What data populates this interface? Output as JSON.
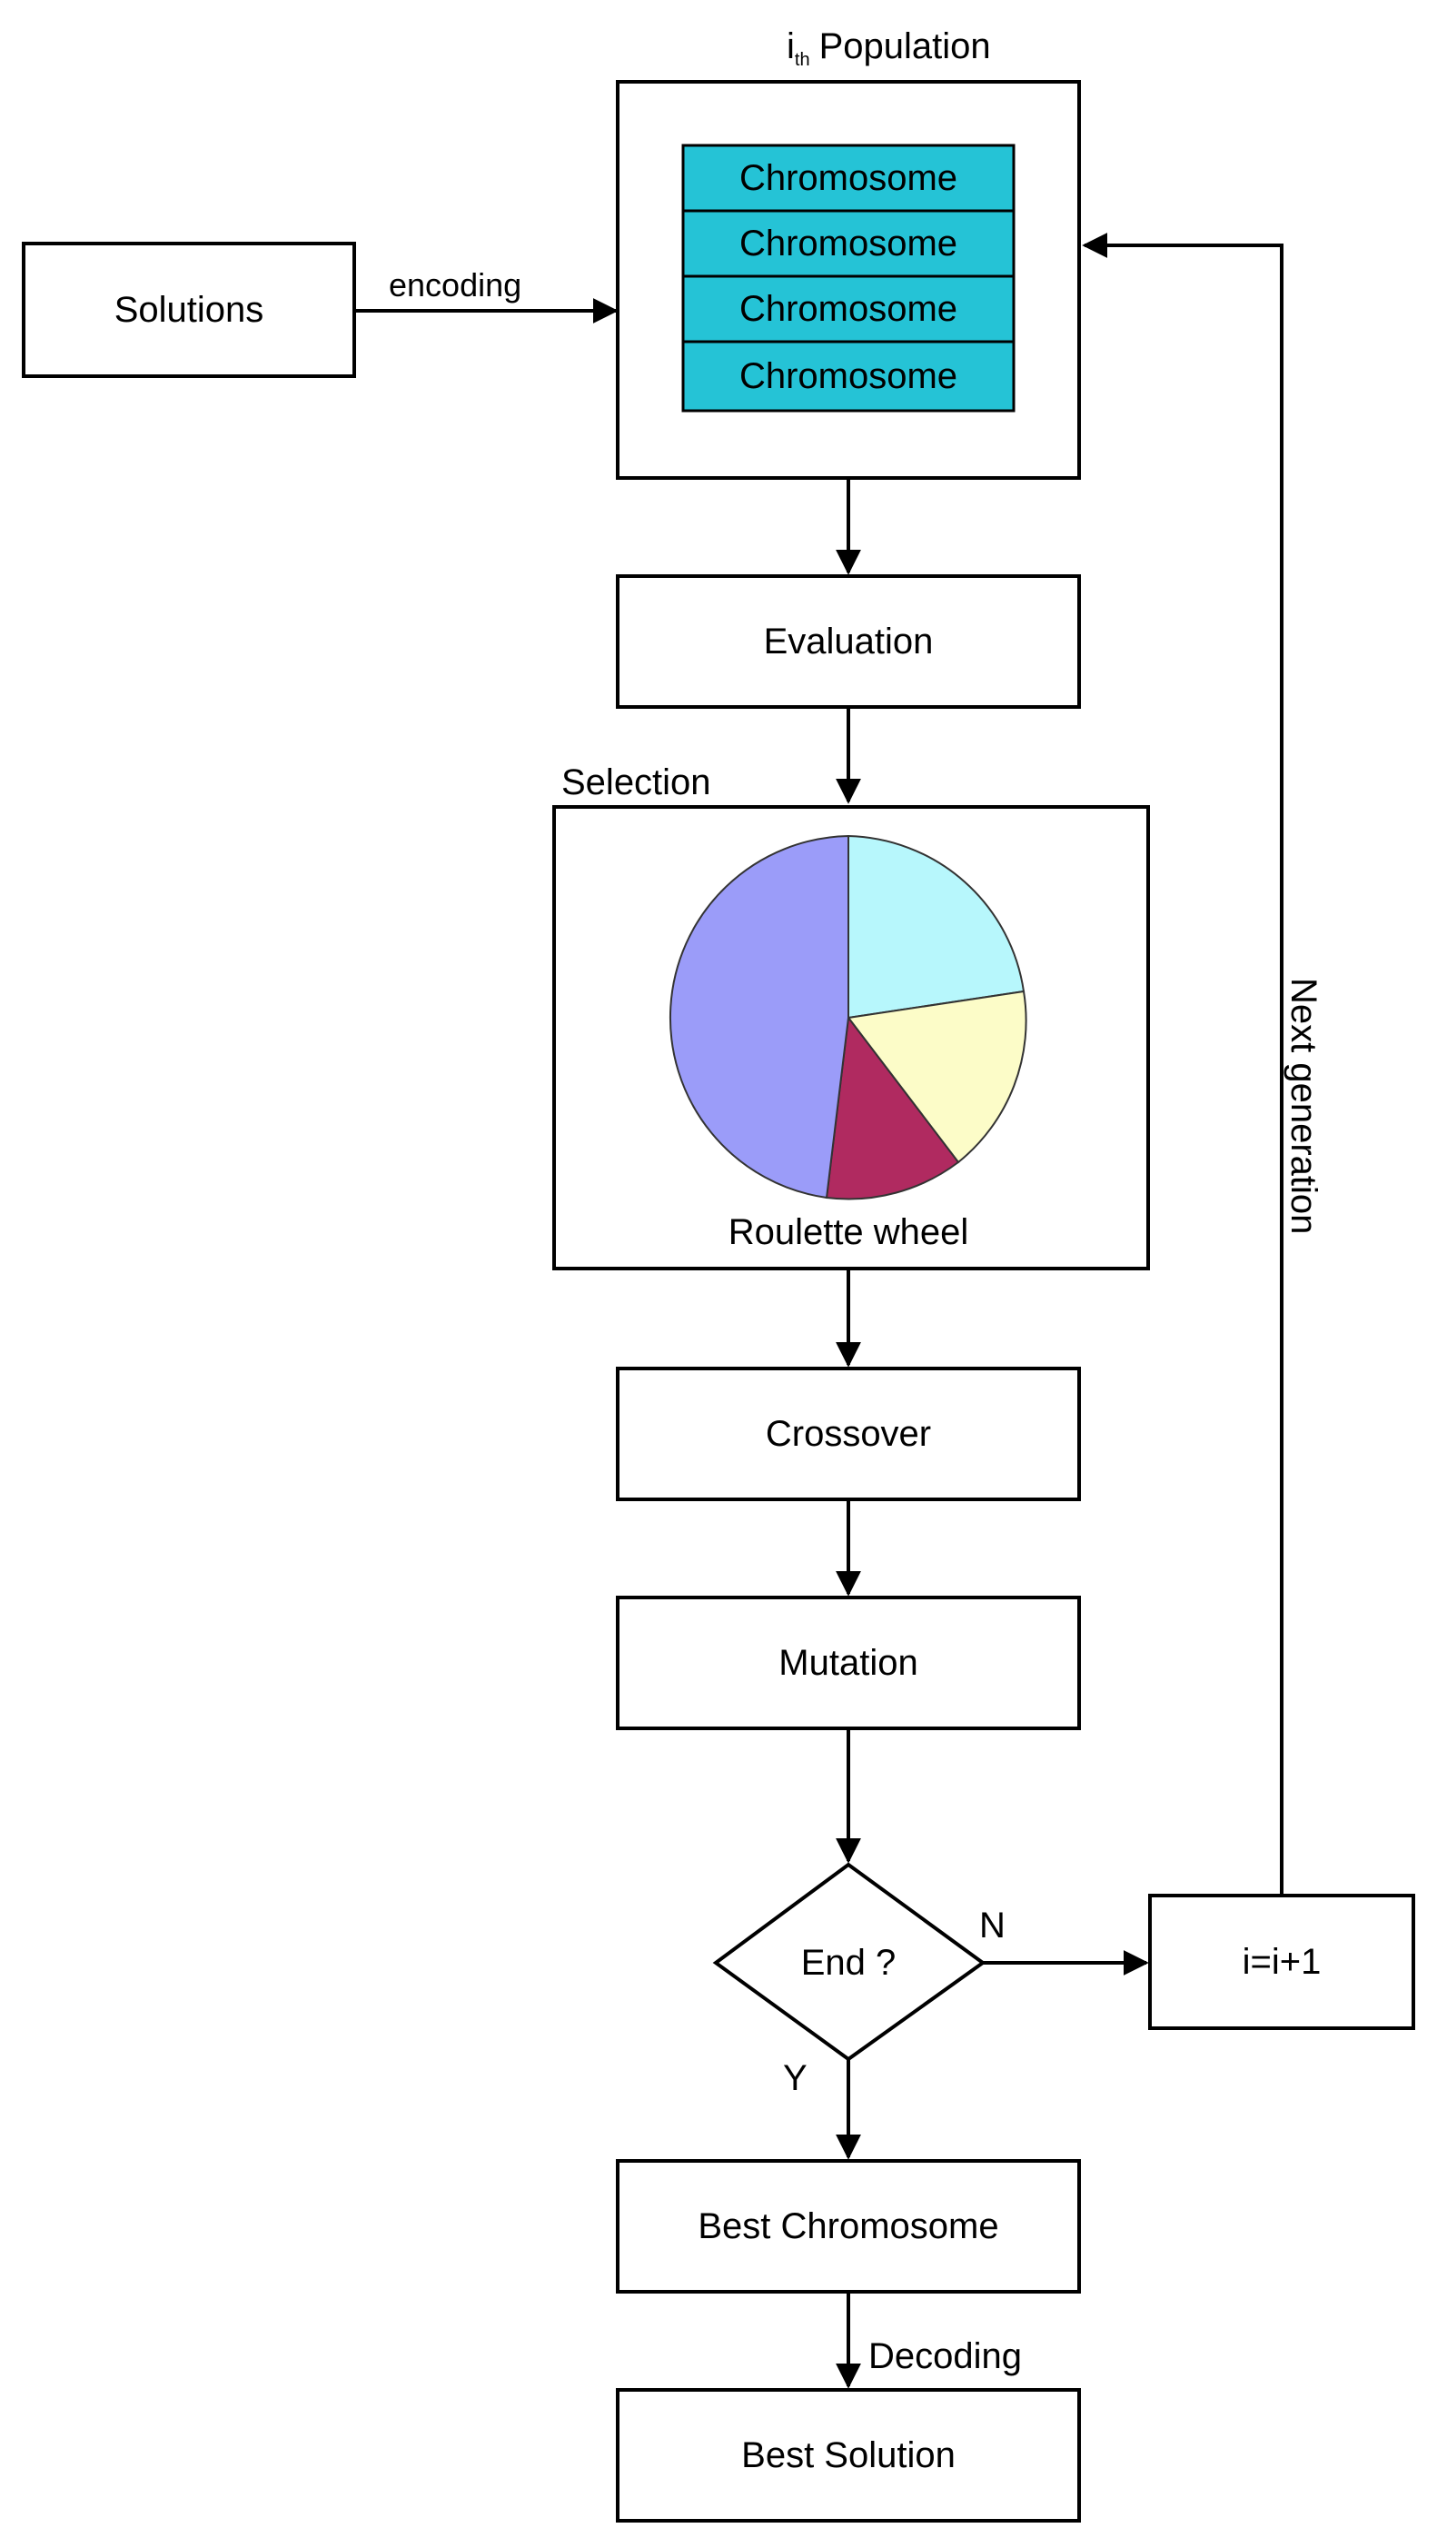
{
  "population": {
    "title_main": "i",
    "title_sub": "th",
    "title_rest": "Population",
    "chromosomes": [
      "Chromosome",
      "Chromosome",
      "Chromosome",
      "Chromosome"
    ]
  },
  "solutions": {
    "label": "Solutions",
    "edge_label": "encoding"
  },
  "evaluation": {
    "label": "Evaluation"
  },
  "selection": {
    "title": "Selection",
    "caption": "Roulette wheel",
    "wheel_colors": [
      "#b7f7fc",
      "#fcfcc8",
      "#b02a60",
      "#9b9cf9"
    ]
  },
  "crossover": {
    "label": "Crossover"
  },
  "mutation": {
    "label": "Mutation"
  },
  "decision": {
    "label": "End ?",
    "no_label": "N",
    "yes_label": "Y"
  },
  "increment": {
    "label": "i=i+1"
  },
  "loop": {
    "label": "Next generation"
  },
  "best_chromosome": {
    "label": "Best Chromosome",
    "edge_label": "Decoding"
  },
  "best_solution": {
    "label": "Best Solution"
  }
}
